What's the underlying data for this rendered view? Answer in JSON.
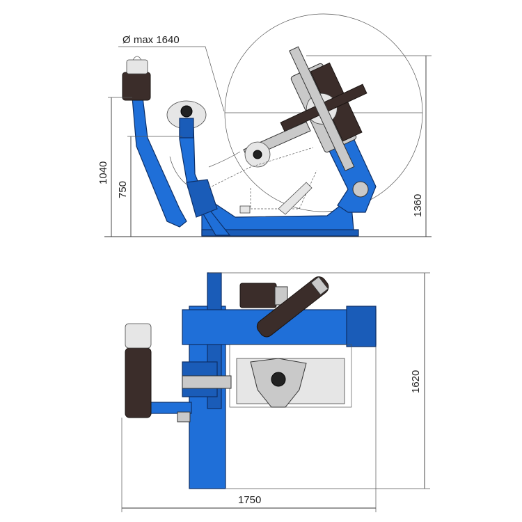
{
  "dimensions": {
    "max_diameter": "Ø max 1640",
    "height_1040": "1040",
    "height_750": "750",
    "height_1360": "1360",
    "depth_1620": "1620",
    "width_1750": "1750"
  },
  "colors": {
    "machine_blue": "#1f6fd8",
    "dark_component": "#3b2d2a",
    "dimension_line": "#333333"
  }
}
